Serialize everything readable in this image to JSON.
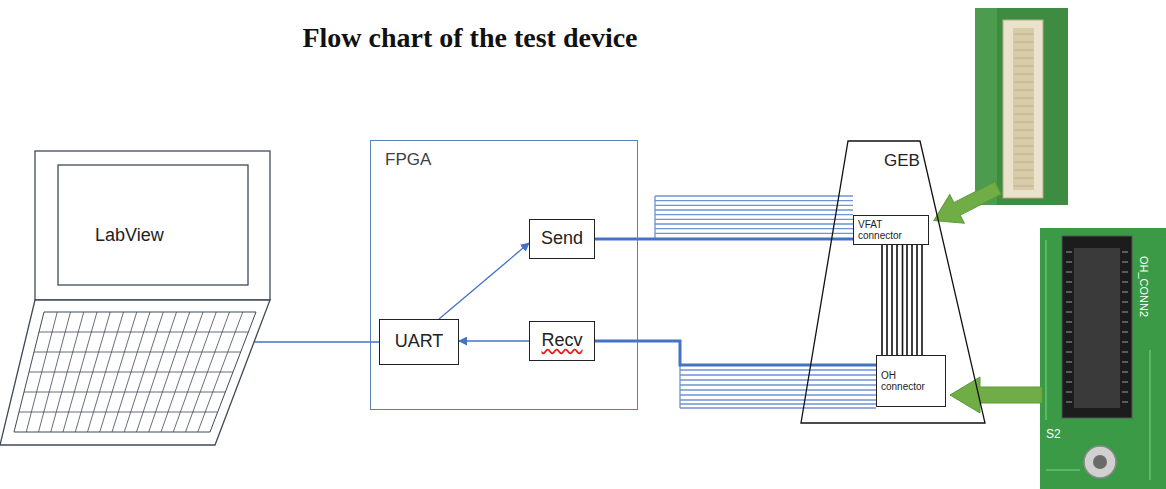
{
  "diagram": {
    "title": "Flow chart of the test device",
    "nodes": [
      {
        "text": [
          "LabView"
        ]
      },
      {
        "text": [
          "FPGA"
        ]
      },
      {
        "text": [
          "UART"
        ],
        "in": 1
      },
      {
        "text": [
          "Send"
        ],
        "in": 1
      },
      {
        "text": [
          "Recv"
        ],
        "in": 1
      },
      {
        "text": [
          "GEB"
        ]
      },
      {
        "text": [
          "VFAT connector"
        ],
        "in": 5
      },
      {
        "text": [
          "OH connector"
        ],
        "in": 5
      }
    ],
    "edges": [
      {
        "from": 0,
        "to": 2,
        "arrow": "none"
      },
      {
        "from": 2,
        "to": 3,
        "arrow": "to"
      },
      {
        "from": 4,
        "to": 2,
        "arrow": "to"
      },
      {
        "from": 3,
        "to": 6,
        "arrow": "none"
      },
      {
        "from": 4,
        "to": 7,
        "arrow": "none"
      },
      {
        "from": 6,
        "to": 7,
        "arrow": "none"
      }
    ],
    "labels": [
      "OH_CONN2",
      "S2"
    ]
  }
}
